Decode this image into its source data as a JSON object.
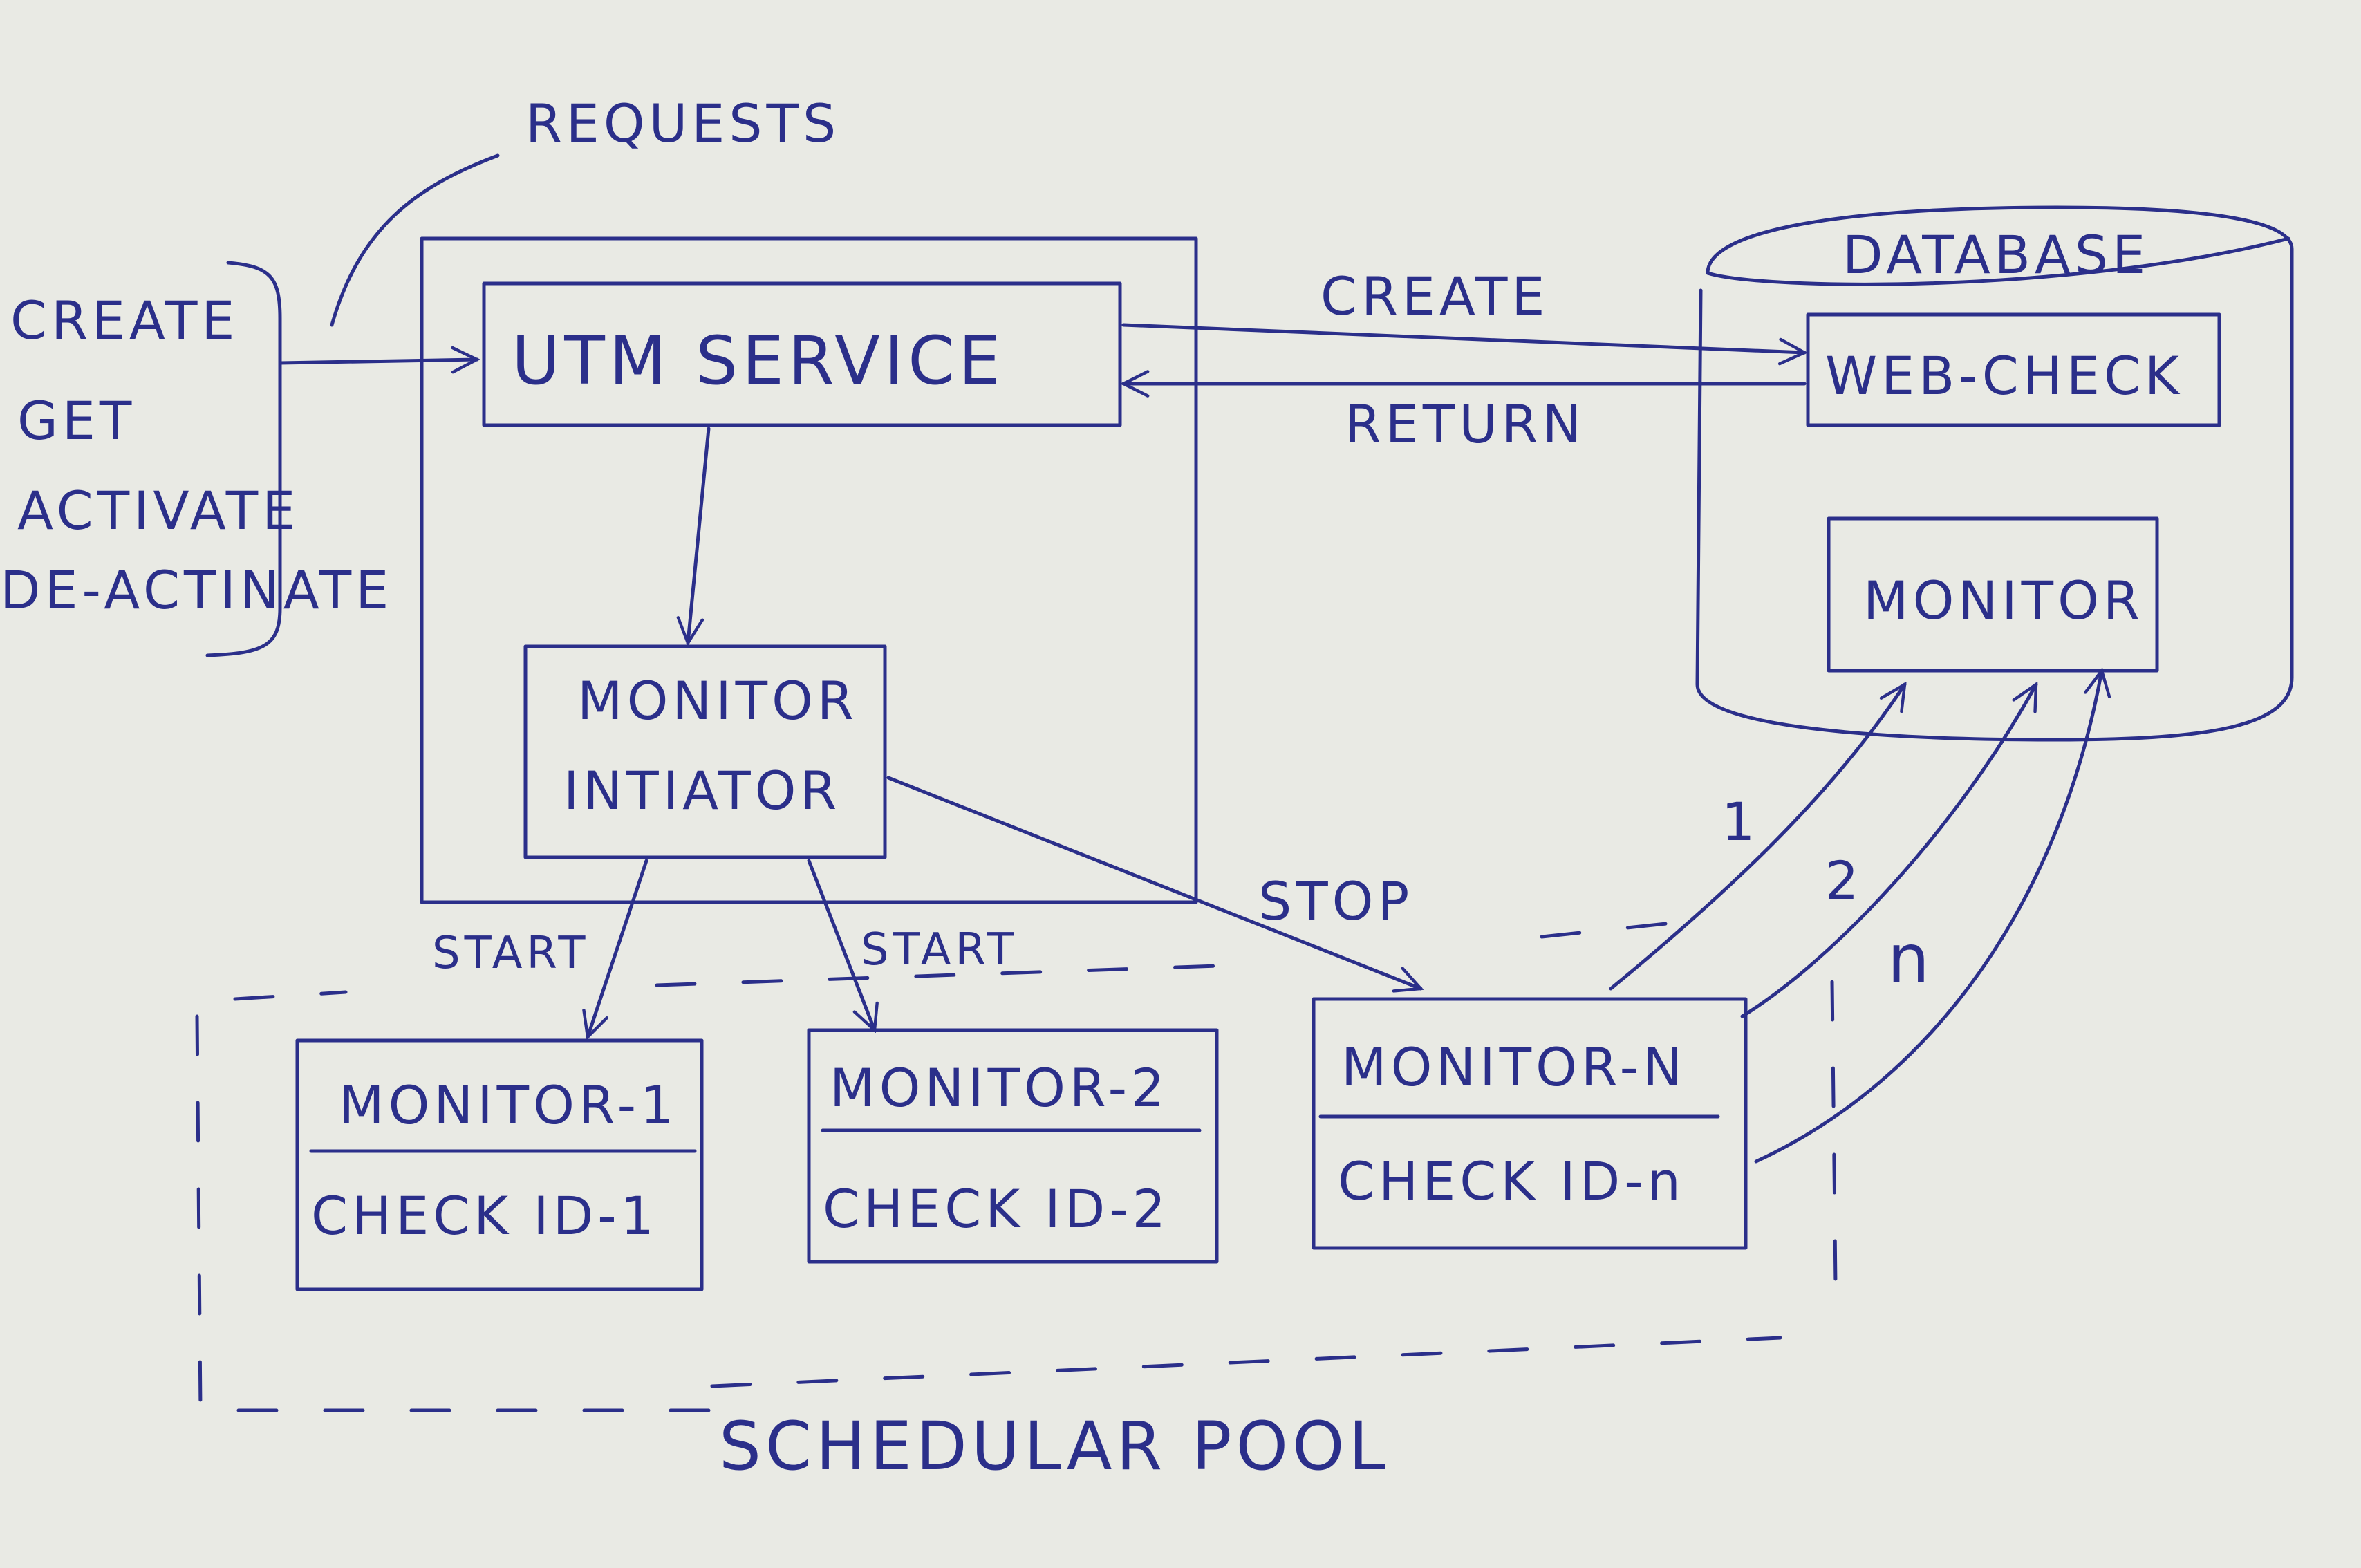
{
  "requests_label": "REQUESTS",
  "request_types": [
    "CREATE",
    "GET",
    "ACTIVATE",
    "DE-ACTINATE"
  ],
  "utm_service": "UTM SERVICE",
  "monitor_initiator": [
    "MONITOR",
    "INTIATOR"
  ],
  "database": {
    "title": "DATABASE",
    "web_check": "WEB-CHECK",
    "monitor": "MONITOR"
  },
  "edges": {
    "create": "CREATE",
    "return": "RETURN",
    "start_1": "START",
    "start_2": "START",
    "stop": "STOP",
    "num_1": "1",
    "num_2": "2",
    "num_n": "n"
  },
  "monitors": [
    {
      "name": "MONITOR-1",
      "check": "CHECK ID-1"
    },
    {
      "name": "MONITOR-2",
      "check": "CHECK ID-2"
    },
    {
      "name": "MONITOR-N",
      "check": "CHECK ID-n"
    }
  ],
  "pool_label": "SCHEDULAR POOL",
  "colors": {
    "ink": "#2b2f8a",
    "paper": "#e9eae4"
  }
}
